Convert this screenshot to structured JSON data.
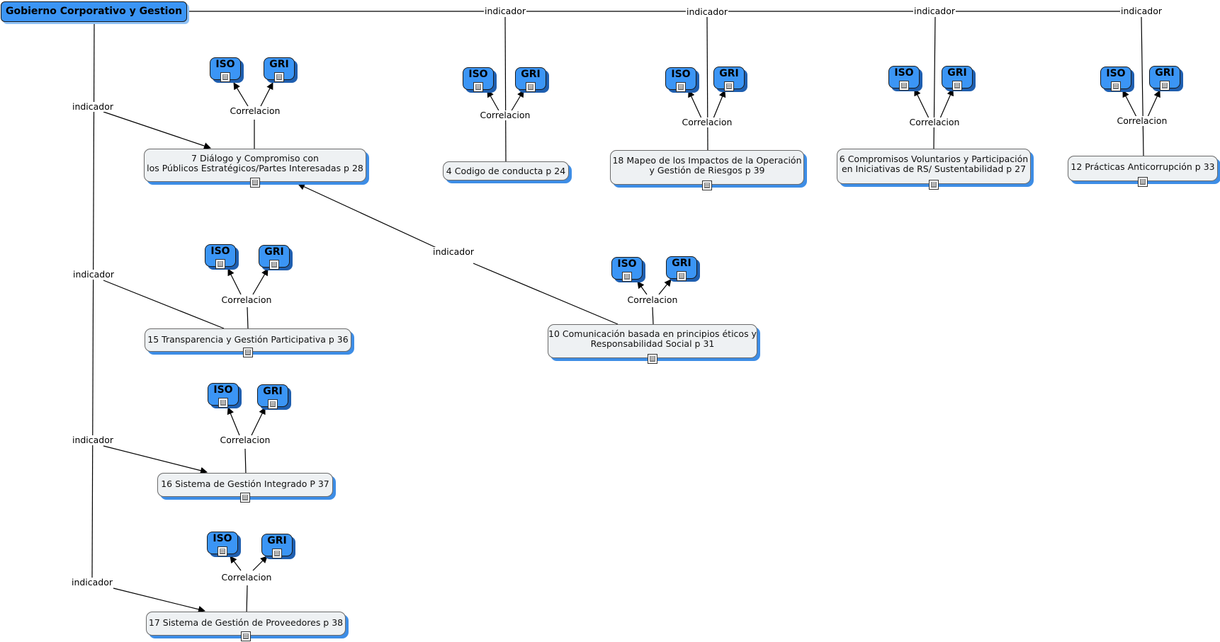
{
  "root": {
    "label": "Gobierno Corporativo y Gestion"
  },
  "link_indicador": "indicador",
  "link_correlacion": "Correlacion",
  "tags": {
    "iso": "ISO",
    "gri": "GRI"
  },
  "colors": {
    "accent": "#3b95f5",
    "node_fill": "#eef1f3",
    "shadow": "#3d8de6"
  },
  "topics": [
    {
      "id": "t7",
      "label": "7 Diálogo y Compromiso con\nlos Públicos Estratégicos/Partes Interesadas p 28"
    },
    {
      "id": "t4",
      "label": "4 Codigo de conducta p 24"
    },
    {
      "id": "t18",
      "label": "18 Mapeo de los Impactos de la Operación\ny Gestión de Riesgos p 39"
    },
    {
      "id": "t6",
      "label": "6 Compromisos Voluntarios y Participación\nen Iniciativas de RS/ Sustentabilidad p 27"
    },
    {
      "id": "t12",
      "label": "12 Prácticas Anticorrupción p 33"
    },
    {
      "id": "t15",
      "label": "15 Transparencia y Gestión Participativa p 36"
    },
    {
      "id": "t10",
      "label": "10 Comunicación basada en principios éticos y\nResponsabilidad Social p 31"
    },
    {
      "id": "t16",
      "label": "16 Sistema de Gestión Integrado P 37"
    },
    {
      "id": "t17",
      "label": "17 Sistema de Gestión de Proveedores p 38"
    }
  ]
}
